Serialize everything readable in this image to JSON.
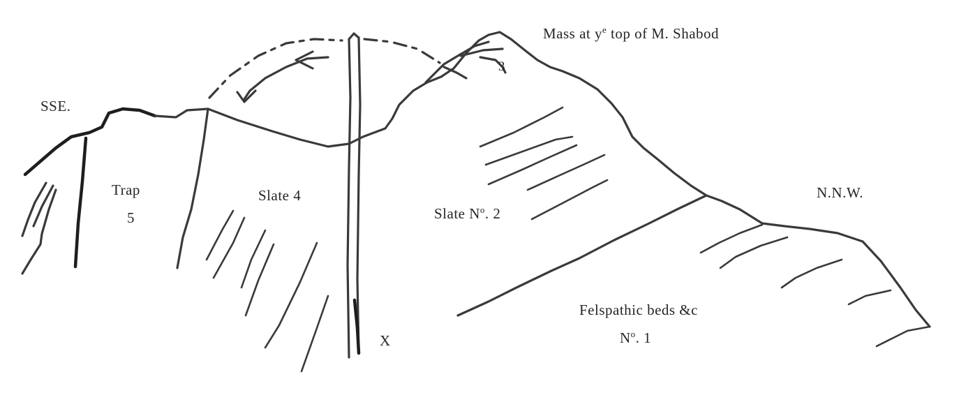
{
  "labels": {
    "title_prefix": "Mass at y",
    "title_sup": "e",
    "title_rest": " top of M. Shabod",
    "sse": "SSE.",
    "nnw": "N.N.W.",
    "trap": "Trap",
    "trap_num": "5",
    "slate4": "Slate 4",
    "slate2_prefix": "Slate N",
    "slate2_sup": "o",
    "slate2_num": ". 2",
    "felspathic": "Felspathic beds &c",
    "no1_prefix": "N",
    "no1_sup": "o",
    "no1_num": ". 1",
    "x_mark": "X",
    "num3": "3"
  }
}
